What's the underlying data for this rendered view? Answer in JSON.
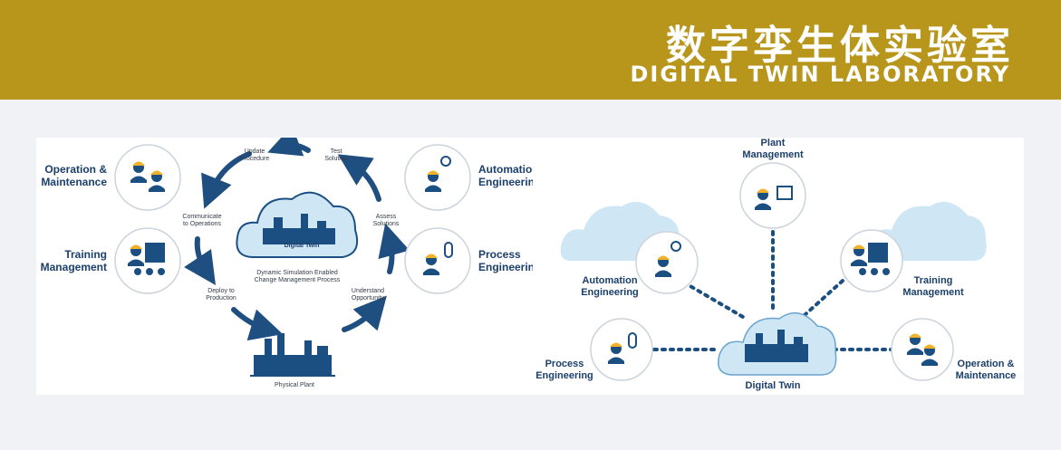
{
  "banner": {
    "title_cn": "数字孪生体实验室",
    "title_en": "DIGITAL TWIN LABORATORY"
  },
  "colors": {
    "banner_bg": "#b8961c",
    "navy": "#1b4f82",
    "cloud": "#cfe6f5",
    "arrow": "#1f4f80"
  },
  "cycle": {
    "left_roles": [
      {
        "label": "Operation &\nMaintenance",
        "icon": "workers-icon"
      },
      {
        "label": "Training\nManagement",
        "icon": "trainer-icon"
      }
    ],
    "right_roles": [
      {
        "label": "Automation\nEngineering",
        "icon": "automation-engineer-icon"
      },
      {
        "label": "Process\nEngineering",
        "icon": "process-engineer-icon"
      }
    ],
    "steps": {
      "update": "Update\nProcedure",
      "test": "Test\nSolution",
      "communicate": "Communicate\nto Operations",
      "assess": "Assess\nSolutions",
      "deploy": "Deploy to\nProduction",
      "understand": "Understand\nOpportunity"
    },
    "center_label": "Digital Twin",
    "center_caption": "Dynamic Simulation Enabled\nChange Management Process",
    "plant_label": "Physical Plant"
  },
  "hub": {
    "plant_management": "Plant\nManagement",
    "automation": "Automation\nEngineering",
    "training": "Training\nManagement",
    "process": "Process\nEngineering",
    "operation": "Operation &\nMaintenance",
    "center": "Digital Twin"
  }
}
